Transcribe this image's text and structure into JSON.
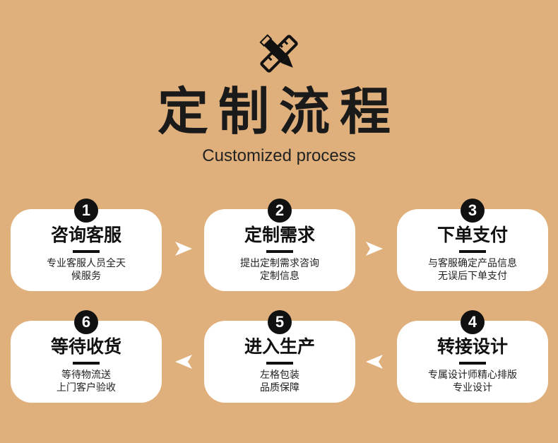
{
  "header": {
    "logo_icon": "pencil-ruler-icon",
    "title": "定制流程",
    "subtitle": "Customized process"
  },
  "steps": [
    {
      "number": "1",
      "title": "咨询客服",
      "line1": "专业客服人员全天",
      "line2": "候服务"
    },
    {
      "number": "2",
      "title": "定制需求",
      "line1": "提出定制需求咨询",
      "line2": "定制信息"
    },
    {
      "number": "3",
      "title": "下单支付",
      "line1": "与客服确定产品信息",
      "line2": "无误后下单支付"
    },
    {
      "number": "4",
      "title": "转接设计",
      "line1": "专属设计师精心排版",
      "line2": "专业设计"
    },
    {
      "number": "5",
      "title": "进入生产",
      "line1": "左格包装",
      "line2": "品质保障"
    },
    {
      "number": "6",
      "title": "等待收货",
      "line1": "等待物流送",
      "line2": "上门客户验收"
    }
  ],
  "colors": {
    "background": "#dfb07c",
    "card": "#ffffff",
    "text": "#111111",
    "arrow": "#ffffff"
  }
}
